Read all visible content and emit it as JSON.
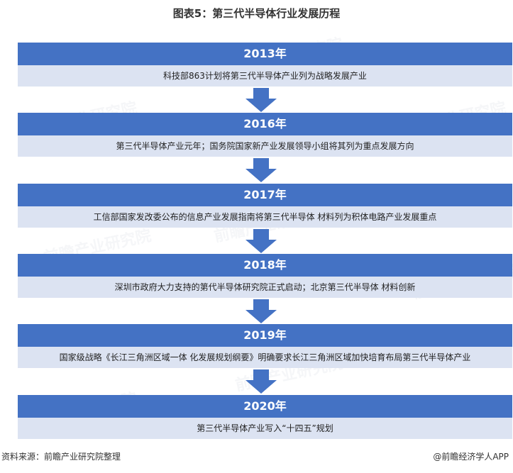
{
  "title": "图表5：第三代半导体行业发展历程",
  "stages": [
    {
      "year": "2013年",
      "desc": "科技部863计划将第三代半导体产业列为战略发展产业"
    },
    {
      "year": "2016年",
      "desc": "第三代半导体产业元年；国务院国家新产业发展领导小组将其列为重点发展方向"
    },
    {
      "year": "2017年",
      "desc": "工信部国家发改委公布的信息产业发展指南将第三代半导体 材料列为积体电路产业发展重点"
    },
    {
      "year": "2018年",
      "desc": "深圳市政府大力支持的第代半导体研究院正式启动；北京第三代半导体 材料创新"
    },
    {
      "year": "2019年",
      "desc": "国家级战略《长江三角洲区域一体 化发展规划纲要》明确要求长江三角洲区域加快培育布局第三代半导体产业"
    },
    {
      "year": "2020年",
      "desc": "第三代半导体产业写入“十四五”规划"
    }
  ],
  "footer": {
    "source": "资料来源：前瞻产业研究院整理",
    "credit": "@前瞻经济学人APP"
  },
  "watermark": "前瞻产业研究院",
  "colors": {
    "year_bar": "#4472C4",
    "desc_bar": "#DCE3F2",
    "arrow": "#4472C4"
  }
}
